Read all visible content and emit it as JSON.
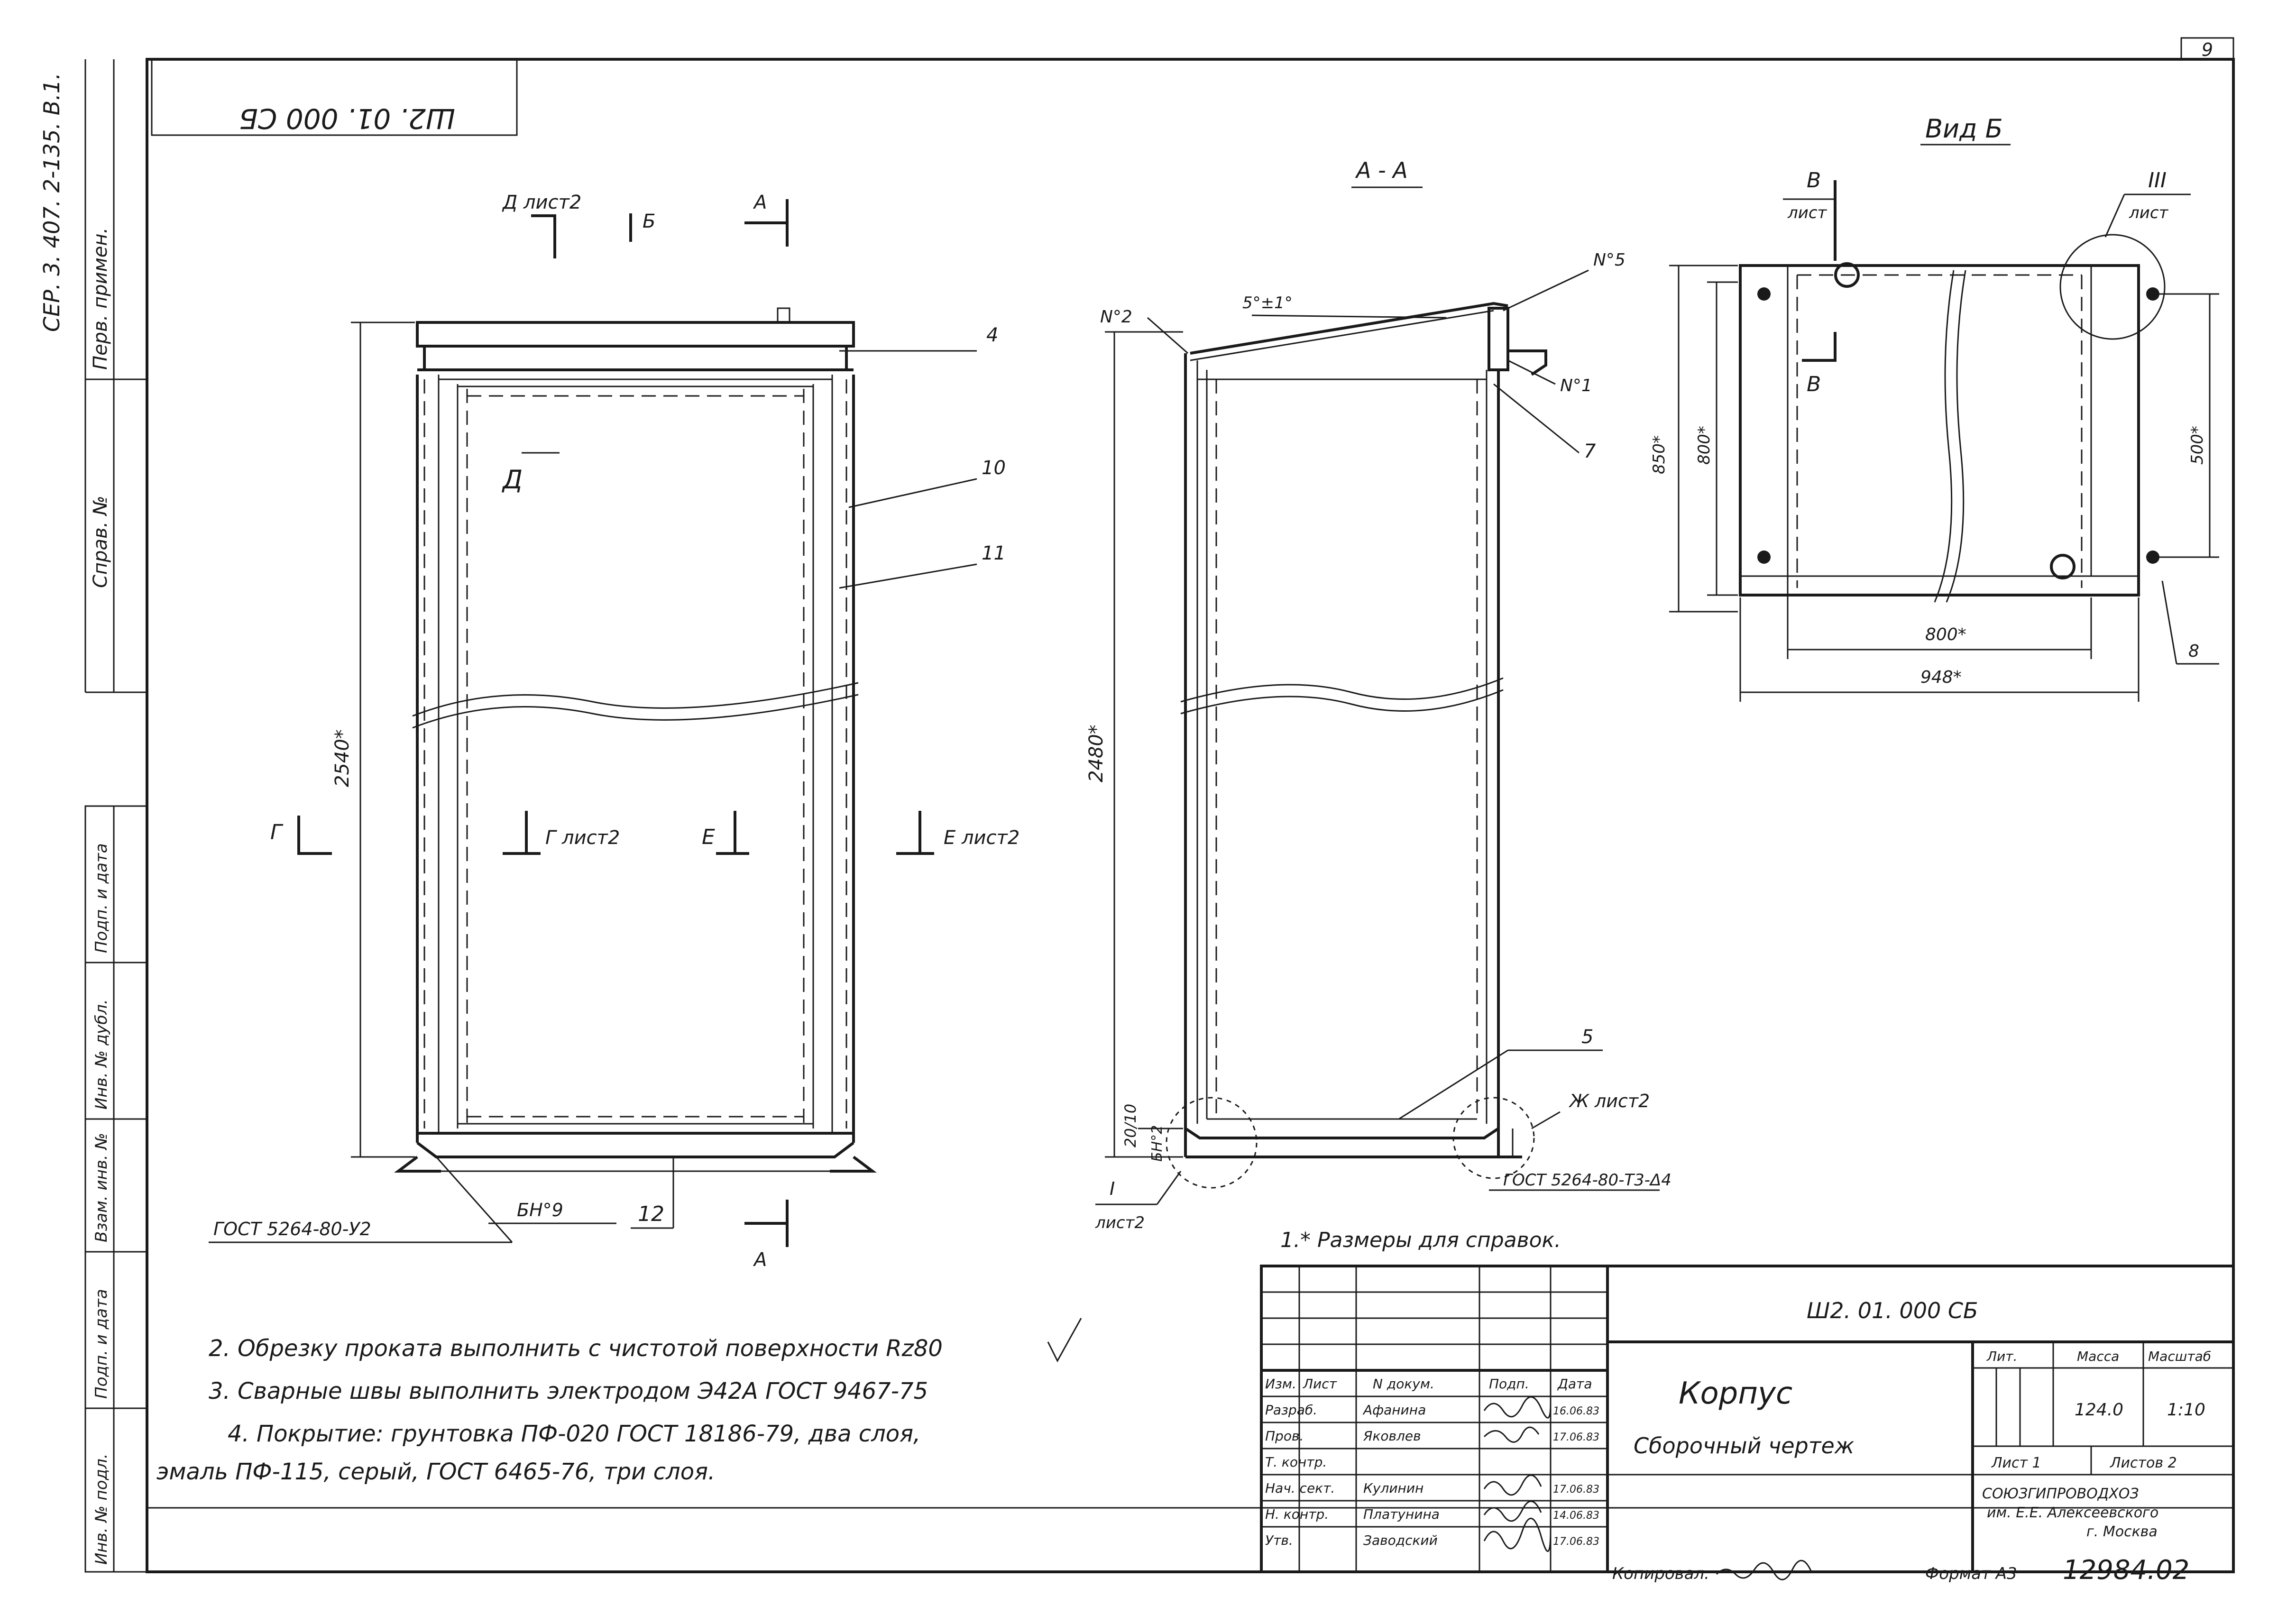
{
  "sheet": {
    "page_number": "9",
    "series": "СЕР. 3. 407. 2-135. В.1.",
    "first_use_label": "Перв. примен.",
    "reference_label": "Справ. №",
    "mirrored_designation": "Ш2. 01. 000 СБ",
    "stamp_labels": [
      "Подп. и дата",
      "Инв. № дубл.",
      "Взам. инв. №",
      "Подп. и дата",
      "Инв. № подл."
    ]
  },
  "views": {
    "front": {
      "cut_marks": [
        "Д лист2",
        "Б",
        "А",
        "Д",
        "Г",
        "Г лист2",
        "Е",
        "Е лист2",
        "А"
      ],
      "dimension": "2540*",
      "callouts": [
        "4",
        "10",
        "11",
        "12"
      ],
      "weld_mark": "БН°9",
      "gost": "ГОСТ 5264-80-У2"
    },
    "section": {
      "title": "А - А",
      "angle": "5°±1°",
      "dimension": "2480*",
      "detail_dim": "20/10",
      "callouts": [
        "N°5",
        "N°2",
        "N°1",
        "7",
        "5"
      ],
      "weld_mark": "БН°2",
      "node_ref": "I",
      "node_sheet": "лист2",
      "node_ref_right": "Ж лист2",
      "gost": "ГОСТ 5264-80-Т3-Δ4"
    },
    "view_b": {
      "title": "Вид Б",
      "cut_mark": "В",
      "cut_sheet": "лист",
      "cut_mark_lower": "В",
      "detail_ref": "III",
      "detail_sheet": "лист",
      "dims": [
        "850*",
        "800*",
        "500*",
        "800*",
        "948*"
      ],
      "callout": "8"
    }
  },
  "notes": {
    "note1": "1.* Размеры для справок.",
    "lines": [
      "2. Обрезку проката выполнить с чистотой поверхности Rz80",
      "3. Сварные швы выполнить электродом Э42А ГОСТ 9467-75",
      "4. Покрытие: грунтовка ПФ-020 ГОСТ 18186-79, два слоя,",
      "эмаль ПФ-115, серый, ГОСТ 6465-76, три слоя."
    ]
  },
  "title_block": {
    "designation": "Ш2. 01. 000 СБ",
    "name": "Корпус",
    "doc_type": "Сборочный чертеж",
    "headers": {
      "izm": "Изм.",
      "list": "Лист",
      "doc": "N докум.",
      "sign": "Подп.",
      "date": "Дата"
    },
    "roles": [
      {
        "role": "Разраб.",
        "name": "Афанина",
        "date": "16.06.83"
      },
      {
        "role": "Пров.",
        "name": "Яковлев",
        "date": "17.06.83"
      },
      {
        "role": "Т. контр.",
        "name": "",
        "date": ""
      },
      {
        "role": "Нач. сект.",
        "name": "Кулинин",
        "date": "17.06.83"
      },
      {
        "role": "Н. контр.",
        "name": "Платунина",
        "date": "14.06.83"
      },
      {
        "role": "Утв.",
        "name": "Заводский",
        "date": "17.06.83"
      }
    ],
    "lit_label": "Лит.",
    "mass_label": "Масса",
    "scale_label": "Масштаб",
    "mass": "124.0",
    "scale": "1:10",
    "sheet_label": "Лист 1",
    "sheets_label": "Листов 2",
    "org_line1": "СОЮЗГИПРОВОДХОЗ",
    "org_line2": "им. Е.Е. Алексеевского",
    "org_line3": "г. Москва",
    "copied_label": "Копировал:",
    "format_label": "Формат А3",
    "inventory": "12984.02"
  }
}
